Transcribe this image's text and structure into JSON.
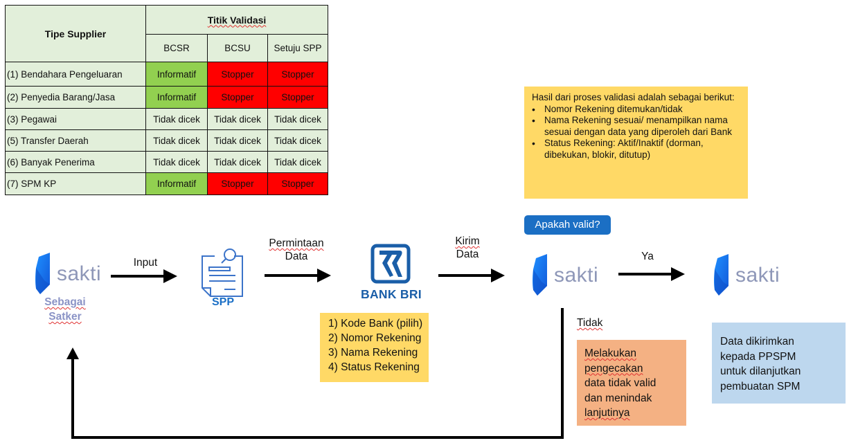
{
  "table": {
    "header_col": "Tipe Supplier",
    "header_group": "Titik Validasi",
    "sub_headers": [
      "BCSR",
      "BCSU",
      "Setuju SPP"
    ],
    "rows": [
      {
        "name": "(1) Bendahara Pengeluaran",
        "values": [
          "Informatif",
          "Stopper",
          "Stopper"
        ],
        "status": [
          "info",
          "stop",
          "stop"
        ]
      },
      {
        "name": "(2) Penyedia Barang/Jasa",
        "values": [
          "Informatif",
          "Stopper",
          "Stopper"
        ],
        "status": [
          "info",
          "stop",
          "stop"
        ]
      },
      {
        "name": "(3) Pegawai",
        "values": [
          "Tidak dicek",
          "Tidak dicek",
          "Tidak dicek"
        ],
        "status": [
          "none",
          "none",
          "none"
        ]
      },
      {
        "name": "(5) Transfer Daerah",
        "values": [
          "Tidak dicek",
          "Tidak dicek",
          "Tidak dicek"
        ],
        "status": [
          "none",
          "none",
          "none"
        ]
      },
      {
        "name": "(6) Banyak Penerima",
        "values": [
          "Tidak dicek",
          "Tidak dicek",
          "Tidak dicek"
        ],
        "status": [
          "none",
          "none",
          "none"
        ]
      },
      {
        "name": "(7) SPM KP",
        "values": [
          "Informatif",
          "Stopper",
          "Stopper"
        ],
        "status": [
          "info",
          "stop",
          "stop"
        ]
      }
    ],
    "colors": {
      "header_bg": "#e2efda",
      "info": "#92d050",
      "stop": "#ff0000"
    }
  },
  "result_note": {
    "intro": "Hasil dari proses validasi adalah sebagai berikut:",
    "bullets": [
      "Nomor Rekening ditemukan/tidak",
      "Nama Rekening sesuai/ menampilkan nama sesuai dengan data yang diperoleh dari Bank",
      "Status Rekening: Aktif/Inaktif (dorman, dibekukan, blokir, ditutup)"
    ]
  },
  "flow": {
    "sakti_word": "sakti",
    "satker_label_1": "Sebagai",
    "satker_label_2": "Satker",
    "input_label": "Input",
    "spp_label": "SPP",
    "request_label_1": "Permintaan",
    "request_label_2": "Data",
    "bank_label": "BANK BRI",
    "send_label_1": "Kirim",
    "send_label_2": "Data",
    "valid_question": "Apakah valid?",
    "yes_label": "Ya",
    "no_label": "Tidak"
  },
  "fields_note": {
    "items": [
      "1) Kode Bank (pilih)",
      "2) Nomor Rekening",
      "3) Nama Rekening",
      "4) Status Rekening"
    ]
  },
  "check_note": {
    "lines": [
      "Melakukan",
      "pengecakan",
      "data tidak valid",
      "dan menindak",
      "lanjutinya"
    ]
  },
  "send_note": {
    "lines": [
      "Data dikirimkan",
      "kepada PPSPM",
      "untuk dilanjutkan",
      "pembuatan SPM"
    ]
  },
  "colors": {
    "note_yellow": "#ffd966",
    "note_orange": "#f4b183",
    "note_blue": "#bdd7ee",
    "badge_blue": "#1b6fc4",
    "sakti_blue": "#1a7cf5",
    "bri_blue": "#1a5ea8"
  }
}
